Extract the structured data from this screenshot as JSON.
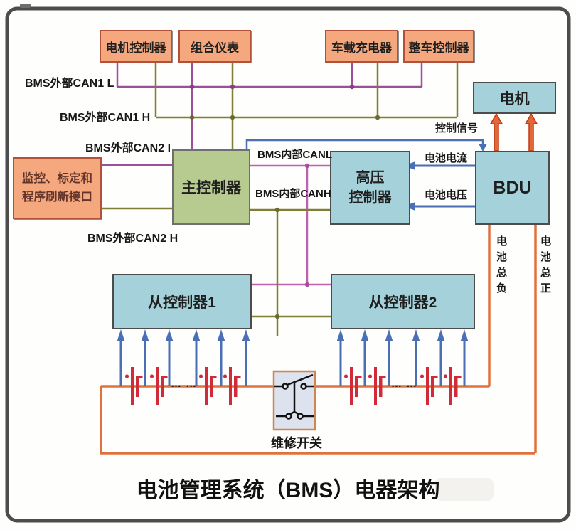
{
  "diagram": {
    "title": "电池管理系统（BMS）电器架构",
    "boxes": {
      "motor_controller": "电机控制器",
      "instrument_cluster": "组合仪表",
      "onboard_charger": "车载充电器",
      "vehicle_controller": "整车控制器",
      "motor": "电机",
      "monitor_interface_line1": "监控、标定和",
      "monitor_interface_line2": "程序刷新接口",
      "main_controller": "主控制器",
      "hv_controller_line1": "高压",
      "hv_controller_line2": "控制器",
      "bdu": "BDU",
      "slave_controller_1": "从控制器1",
      "slave_controller_2": "从控制器2",
      "service_switch": "维修开关"
    },
    "bus_labels": {
      "ext_can1_l": "BMS外部CAN1 L",
      "ext_can1_h": "BMS外部CAN1 H",
      "ext_can2_l": "BMS外部CAN2 I",
      "ext_can2_h": "BMS外部CAN2 H",
      "int_can_l": "BMS内部CANL",
      "int_can_h": "BMS内部CANH"
    },
    "signal_labels": {
      "control_signal": "控制信号",
      "battery_current": "电池电流",
      "battery_voltage": "电池电压",
      "battery_main_negative": "电池总负",
      "battery_main_positive": "电池总正"
    },
    "battery_gap_dots": "… …",
    "colors": {
      "external_can_purple": "#9c4f9b",
      "internal_can_pink": "#bf62ae",
      "can_high_olive": "#7f7e37",
      "signal_blue": "#4a6fb4",
      "power_orange": "#e0713c",
      "battery_red": "#cf2b38",
      "box_orange_fill": "#f5a87e",
      "box_orange_border": "#b2503a",
      "box_teal_fill": "#a5d2da",
      "box_green_fill": "#b7cb90",
      "switch_box_fill": "#dce2ee",
      "outer_border": "#4d4d4d"
    }
  }
}
